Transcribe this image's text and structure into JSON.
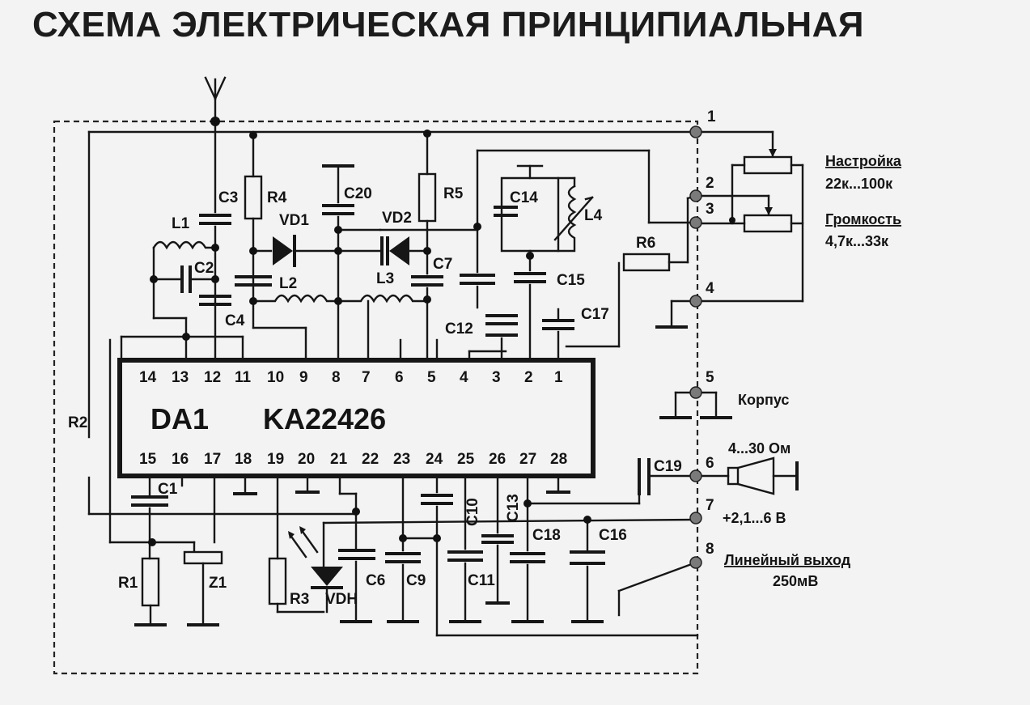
{
  "title": "СХЕМА ЭЛЕКТРИЧЕСКАЯ ПРИНЦИПИАЛЬНАЯ",
  "ic": {
    "ref": "DA1",
    "part": "KA22426",
    "pins_top": [
      "14",
      "13",
      "12",
      "11",
      "10",
      "9",
      "8",
      "7",
      "6",
      "5",
      "4",
      "3",
      "2",
      "1"
    ],
    "pins_bottom": [
      "15",
      "16",
      "17",
      "18",
      "19",
      "20",
      "21",
      "22",
      "23",
      "24",
      "25",
      "26",
      "27",
      "28"
    ]
  },
  "components": {
    "c3": "C3",
    "r4": "R4",
    "c20": "C20",
    "r5": "R5",
    "c14": "C14",
    "l4": "L4",
    "l1": "L1",
    "c2": "C2",
    "vd1": "VD1",
    "vd2": "VD2",
    "c7": "C7",
    "l2": "L2",
    "l3": "L3",
    "c4": "C4",
    "c15": "C15",
    "r6": "R6",
    "c12": "C12",
    "c17": "C17",
    "r2": "R2",
    "c1": "C1",
    "r1": "R1",
    "z1": "Z1",
    "r3": "R3",
    "vdh": "VDH",
    "c6": "C6",
    "c9": "C9",
    "c10": "C10",
    "c13": "C13",
    "c11": "C11",
    "c18": "C18",
    "c16": "C16",
    "c19": "C19"
  },
  "terminals": [
    "1",
    "2",
    "3",
    "4",
    "5",
    "6",
    "7",
    "8"
  ],
  "side": {
    "tuning_label": "Настройка",
    "tuning_value": "22к...100к",
    "volume_label": "Громкость",
    "volume_value": "4,7к...33к",
    "case_label": "Корпус",
    "speaker_value": "4...30 Ом",
    "supply_value": "+2,1...6 В",
    "line_out_label": "Линейный выход",
    "line_out_value": "250мВ"
  }
}
